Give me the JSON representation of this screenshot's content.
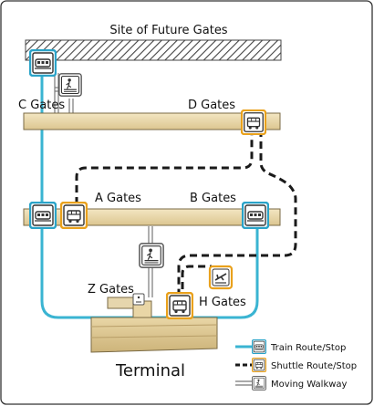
{
  "labels": {
    "future_gates": "Site of Future Gates",
    "c_gates": "C Gates",
    "d_gates": "D Gates",
    "a_gates": "A Gates",
    "b_gates": "B Gates",
    "z_gates": "Z Gates",
    "h_gates": "H Gates",
    "terminal": "Terminal"
  },
  "legend": {
    "train": "Train Route/Stop",
    "shuttle": "Shuttle Route/Stop",
    "walkway": "Moving Walkway"
  },
  "icons": {
    "train": "train-icon",
    "shuttle": "shuttle-bus-icon",
    "walkway": "moving-walkway-icon",
    "plane": "airplane-departure-icon"
  },
  "colors": {
    "train_route": "#3ab4d2",
    "shuttle_route": "#1a1a1a",
    "concourse": "#ecd9a8",
    "shuttle_stop_border": "#e9a11c",
    "train_stop_border": "#2aa3c8",
    "frame": "#333333"
  }
}
